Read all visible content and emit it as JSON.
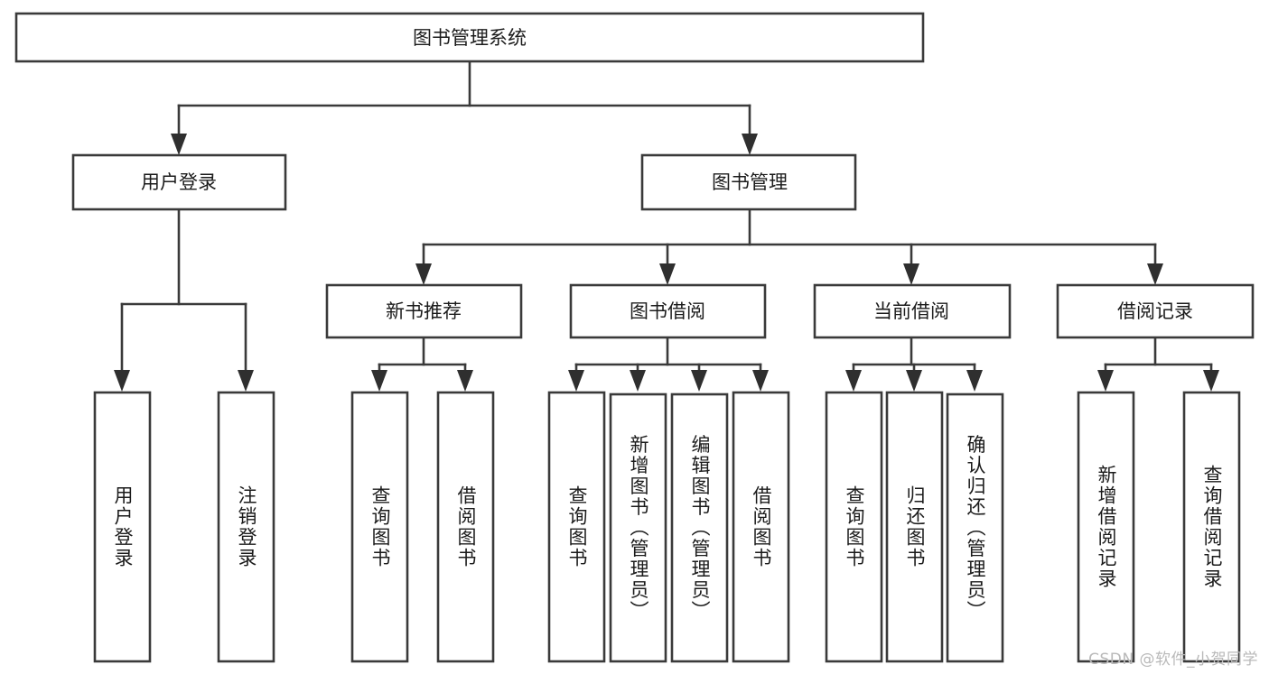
{
  "diagram": {
    "type": "tree-hierarchy",
    "title": "图书管理系统",
    "watermark": "CSDN @软件_小贺同学",
    "colors": {
      "background": "#ffffff",
      "box_fill": "#ffffff",
      "box_stroke": "#3a3a3a",
      "connector": "#3a3a3a",
      "text": "#1b1b1b",
      "watermark": "#b9b9b9"
    },
    "levels": {
      "root": "图书管理系统",
      "level2": [
        "用户登录",
        "图书管理"
      ],
      "level3": [
        "新书推荐",
        "图书借阅",
        "当前借阅",
        "借阅记录"
      ]
    },
    "nodes": {
      "root": {
        "label": "图书管理系统",
        "orientation": "horizontal"
      },
      "user_login": {
        "label": "用户登录",
        "orientation": "horizontal"
      },
      "book_mgmt": {
        "label": "图书管理",
        "orientation": "horizontal"
      },
      "new_book_rec": {
        "label": "新书推荐",
        "orientation": "horizontal"
      },
      "book_borrow": {
        "label": "图书借阅",
        "orientation": "horizontal"
      },
      "current_borrow": {
        "label": "当前借阅",
        "orientation": "horizontal"
      },
      "borrow_record": {
        "label": "借阅记录",
        "orientation": "horizontal"
      },
      "leaf_user_login": {
        "label": "用户登录",
        "orientation": "vertical"
      },
      "leaf_logout": {
        "label": "注销登录",
        "orientation": "vertical"
      },
      "leaf_query_book_a": {
        "label": "查询图书",
        "orientation": "vertical"
      },
      "leaf_borrow_book_a": {
        "label": "借阅图书",
        "orientation": "vertical"
      },
      "leaf_query_book_b": {
        "label": "查询图书",
        "orientation": "vertical"
      },
      "leaf_add_book": {
        "label": "新增图书（管理员）",
        "orientation": "vertical"
      },
      "leaf_edit_book": {
        "label": "编辑图书（管理员）",
        "orientation": "vertical"
      },
      "leaf_borrow_book_b": {
        "label": "借阅图书",
        "orientation": "vertical"
      },
      "leaf_query_book_c": {
        "label": "查询图书",
        "orientation": "vertical"
      },
      "leaf_return_book": {
        "label": "归还图书",
        "orientation": "vertical"
      },
      "leaf_confirm_return": {
        "label": "确认归还（管理员）",
        "orientation": "vertical"
      },
      "leaf_add_record": {
        "label": "新增借阅记录",
        "orientation": "vertical"
      },
      "leaf_query_record": {
        "label": "查询借阅记录",
        "orientation": "vertical"
      }
    },
    "edges": [
      {
        "from": "图书管理系统",
        "to": "用户登录"
      },
      {
        "from": "图书管理系统",
        "to": "图书管理"
      },
      {
        "from": "用户登录",
        "to": "用户登录"
      },
      {
        "from": "用户登录",
        "to": "注销登录"
      },
      {
        "from": "图书管理",
        "to": "新书推荐"
      },
      {
        "from": "图书管理",
        "to": "图书借阅"
      },
      {
        "from": "图书管理",
        "to": "当前借阅"
      },
      {
        "from": "图书管理",
        "to": "借阅记录"
      },
      {
        "from": "新书推荐",
        "to": "查询图书"
      },
      {
        "from": "新书推荐",
        "to": "借阅图书"
      },
      {
        "from": "图书借阅",
        "to": "查询图书"
      },
      {
        "from": "图书借阅",
        "to": "新增图书（管理员）"
      },
      {
        "from": "图书借阅",
        "to": "编辑图书（管理员）"
      },
      {
        "from": "图书借阅",
        "to": "借阅图书"
      },
      {
        "from": "当前借阅",
        "to": "查询图书"
      },
      {
        "from": "当前借阅",
        "to": "归还图书"
      },
      {
        "from": "当前借阅",
        "to": "确认归还（管理员）"
      },
      {
        "from": "借阅记录",
        "to": "新增借阅记录"
      },
      {
        "from": "借阅记录",
        "to": "查询借阅记录"
      }
    ]
  }
}
